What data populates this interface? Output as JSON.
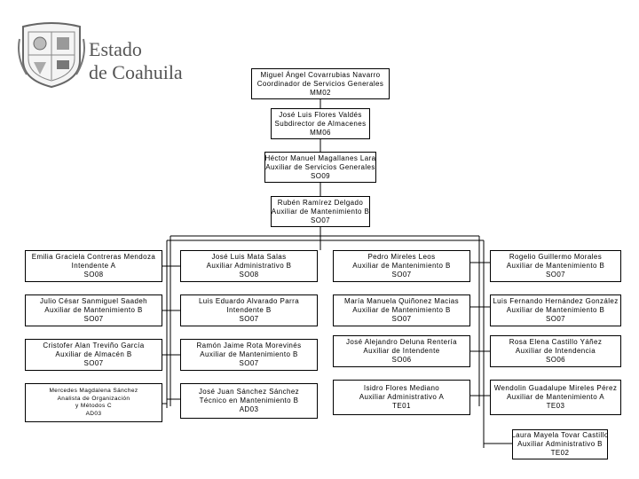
{
  "header": {
    "brand_line1": "Estado",
    "brand_line2": "de Coahuila",
    "seal_icon": "coat-of-arms-icon"
  },
  "chain": [
    {
      "name": "Miguel Ángel Covarrubias Navarro",
      "title": "Coordinador de Servicios Generales",
      "code": "MM02"
    },
    {
      "name": "José Luis Flores Valdés",
      "title": "Subdirector de Almacenes",
      "code": "MM06"
    },
    {
      "name": "Héctor Manuel Magallanes Lara",
      "title": "Auxiliar de Servicios Generales",
      "code": "SO09"
    },
    {
      "name": "Rubén Ramírez Delgado",
      "title": "Auxiliar de Mantenimiento B",
      "code": "SO07"
    }
  ],
  "columns": [
    [
      {
        "name": "Emilia Graciela Contreras Mendoza",
        "title": "Intendente A",
        "code": "SO08"
      },
      {
        "name": "Julio César Sanmiguel Saadeh",
        "title": "Auxiliar de Mantenimiento B",
        "code": "SO07"
      },
      {
        "name": "Cristofer Alan Treviño García",
        "title": "Auxiliar de Almacén B",
        "code": "SO07"
      },
      {
        "name": "Mercedes Magdalena Sánchez",
        "title": "Analista de Organización",
        "title2": "y Métodos C",
        "code": "AD03"
      }
    ],
    [
      {
        "name": "José Luis Mata Salas",
        "title": "Auxiliar Administrativo B",
        "code": "SO08"
      },
      {
        "name": "Luis Eduardo Alvarado Parra",
        "title": "Intendente B",
        "code": "SO07"
      },
      {
        "name": "Ramón Jaime Rota Morevinés",
        "title": "Auxiliar de Mantenimiento B",
        "code": "SO07"
      },
      {
        "name": "José Juan Sánchez Sánchez",
        "title": "Técnico en Mantenimiento B",
        "code": "AD03"
      }
    ],
    [
      {
        "name": "Pedro Mireles Leos",
        "title": "Auxiliar de Mantenimiento B",
        "code": "SO07"
      },
      {
        "name": "María Manuela Quiñonez Macias",
        "title": "Auxiliar de Mantenimiento B",
        "code": "SO07"
      },
      {
        "name": "José Alejandro Deluna Rentería",
        "title": "Auxiliar de Intendente",
        "code": "SO06"
      },
      {
        "name": "Isidro Flores Mediano",
        "title": "Auxiliar Administrativo A",
        "code": "TE01"
      }
    ],
    [
      {
        "name": "Rogelio Guillermo Morales",
        "title": "Auxiliar de Mantenimiento B",
        "code": "SO07"
      },
      {
        "name": "Luis Fernando Hernández González",
        "title": "Auxiliar de Mantenimiento B",
        "code": "SO07"
      },
      {
        "name": "Rosa Elena Castillo Yáñez",
        "title": "Auxiliar de Intendencia",
        "code": "SO06"
      },
      {
        "name": "Wendolin Guadalupe Mireles Pérez",
        "title": "Auxiliar de Mantenimiento A",
        "code": "TE03"
      },
      {
        "name": "Laura Mayela Tovar Castillo",
        "title": "Auxiliar Administrativo B",
        "code": "TE02"
      }
    ]
  ]
}
